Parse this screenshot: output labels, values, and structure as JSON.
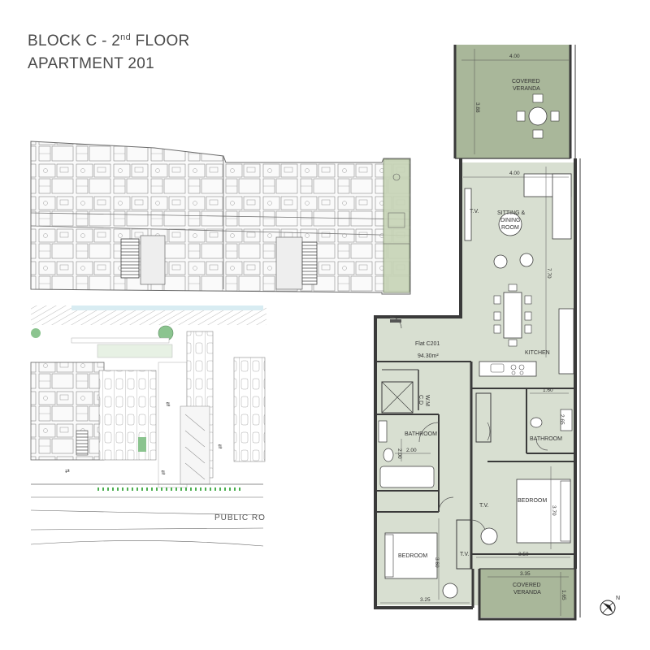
{
  "header": {
    "line1_prefix": "BLOCK C - 2",
    "line1_sup": "nd",
    "line1_suffix": " FLOOR",
    "line2": "APARTMENT 201"
  },
  "colors": {
    "room_fill": "#d8dfd1",
    "veranda_fill": "#a9b79a",
    "wall": "#3a3a3a",
    "highlight": "#c7d4b6"
  },
  "site_plan": {
    "road_label": "PUBLIC RO"
  },
  "floor_plan": {
    "flat_id": "Flat C201",
    "area": "94.30m²",
    "rooms": {
      "covered_veranda_top_1": "COVERED",
      "covered_veranda_top_2": "VERANDA",
      "sitting_1": "SITTING &",
      "sitting_2": "DINING",
      "sitting_3": "ROOM",
      "kitchen": "KITCHEN",
      "wm": "W.M",
      "cd": "C.D",
      "bathroom_left": "BATHROOM",
      "bathroom_right": "BATHROOM",
      "bedroom_right": "BEDROOM",
      "bedroom_left": "BEDROOM",
      "tv_1": "T.V.",
      "tv_2": "T.V.",
      "tv_3": "T.V.",
      "covered_veranda_bottom_1": "COVERED",
      "covered_veranda_bottom_2": "VERANDA"
    },
    "dims": {
      "veranda_top_width": "4.00",
      "veranda_top_depth": "3.88",
      "sitting_width": "4.00",
      "sitting_depth": "7.70",
      "bath_right_width": "1.60",
      "bath_right_depth": "2.65",
      "bath_left_width": "2.00",
      "bath_left_depth": "2.00",
      "bedroom_right_depth": "3.70",
      "bedroom_right_width": "3.50",
      "bedroom_left_depth": "3.60",
      "bedroom_left_width": "3.25",
      "veranda_bottom_width": "3.35",
      "veranda_bottom_depth": "1.65"
    },
    "compass_label": "N"
  }
}
